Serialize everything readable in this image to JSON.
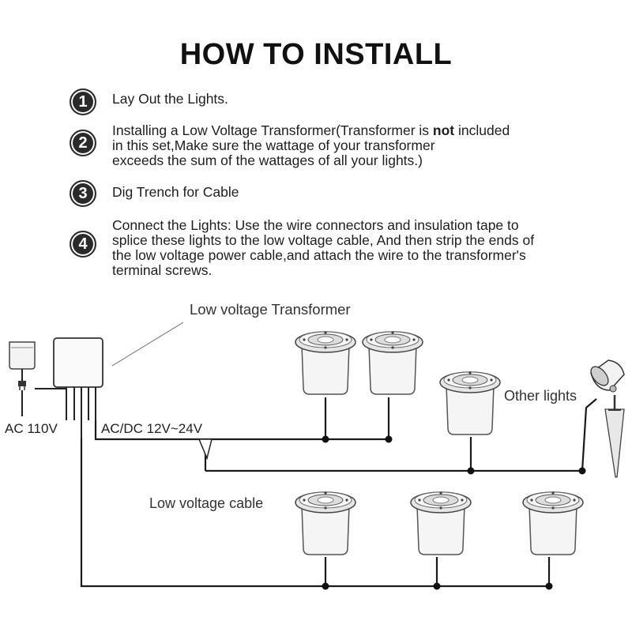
{
  "title": "HOW TO INSTIALL",
  "steps": [
    {
      "num": "1",
      "lines": [
        "Lay Out the Lights."
      ]
    },
    {
      "num": "2",
      "line1_pre": "Installing a Low Voltage Transformer(Transformer is ",
      "line1_bold": "not",
      "line1_post": " included",
      "lines_rest": [
        "in this set,Make sure the wattage of your transformer",
        "exceeds the sum of the wattages of all your lights.)"
      ]
    },
    {
      "num": "3",
      "lines": [
        "Dig Trench for Cable"
      ]
    },
    {
      "num": "4",
      "lines": [
        "Connect the Lights: Use the wire connectors and insulation tape to",
        "splice these lights to the low voltage cable, And then strip the ends of",
        "the low voltage power cable,and attach the wire to the transformer's",
        "terminal screws."
      ]
    }
  ],
  "diagram": {
    "transformer_label": "Low voltage Transformer",
    "ac_label": "AC 110V",
    "acdc_label": "AC/DC 12V~24V",
    "other_lights_label": "Other lights",
    "cable_label": "Low voltage cable"
  },
  "colors": {
    "wire": "#1a1a1a",
    "fixture_outline": "#555555",
    "fixture_fill": "#f2f2f2"
  }
}
